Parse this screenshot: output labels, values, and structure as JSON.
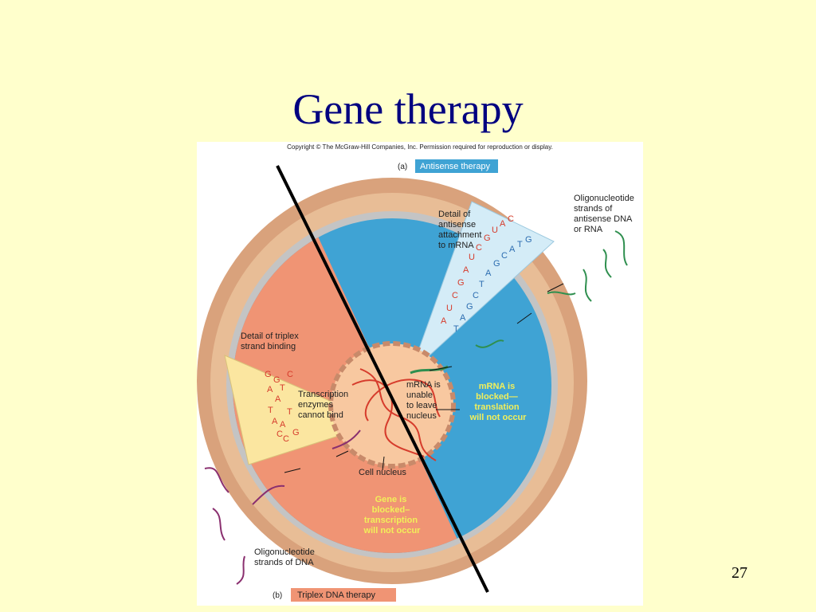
{
  "slide": {
    "title": "Gene therapy",
    "page_number": "27"
  },
  "figure": {
    "copyright": "Copyright © The McGraw-Hill Companies, Inc. Permission required for reproduction or display.",
    "part_a_letter": "(a)",
    "part_a_label": "Antisense therapy",
    "part_b_letter": "(b)",
    "part_b_label": "Triplex DNA therapy",
    "antisense_detail": [
      "Detail of",
      "antisense",
      "attachment",
      "to mRNA"
    ],
    "oligo_rna": [
      "Oligonucleotide",
      "strands of",
      "antisense DNA",
      "or RNA"
    ],
    "triplex_detail": [
      "Detail of triplex",
      "strand binding"
    ],
    "transcription_note": [
      "Transcription",
      "enzymes",
      "cannot bind"
    ],
    "mrna_note": [
      "mRNA is",
      "unable",
      "to leave",
      "nucleus"
    ],
    "translation_note": [
      "mRNA is",
      "blocked—",
      "translation",
      "will not occur"
    ],
    "cell_nucleus": "Cell nucleus",
    "gene_note": [
      "Gene is",
      "blocked–",
      "transcription",
      "will not occur"
    ],
    "oligo_dna": [
      "Oligonucleotide",
      "strands of DNA"
    ],
    "mrna_bases": [
      "A",
      "U",
      "C",
      "G",
      "A",
      "U",
      "C",
      "G",
      "U",
      "A",
      "C"
    ],
    "antisense_bases": [
      "T",
      "A",
      "G",
      "C",
      "T",
      "A",
      "G",
      "C",
      "A",
      "T",
      "G"
    ],
    "triplex_letters": [
      "G",
      "C",
      "G",
      "T",
      "A",
      "A",
      "T",
      "T",
      "A",
      "A",
      "C",
      "C",
      "G"
    ],
    "colors": {
      "background": "#ffffcc",
      "title": "#000080",
      "cytoplasm_blue": "#3fa3d4",
      "cytoplasm_salmon": "#f09474",
      "nucleus": "#f8c8a0",
      "membrane": "#d9a27c",
      "antisense_tag": "#3fa3d4",
      "triplex_tag": "#f09474",
      "note_yellow": "#f2ef5a"
    }
  }
}
